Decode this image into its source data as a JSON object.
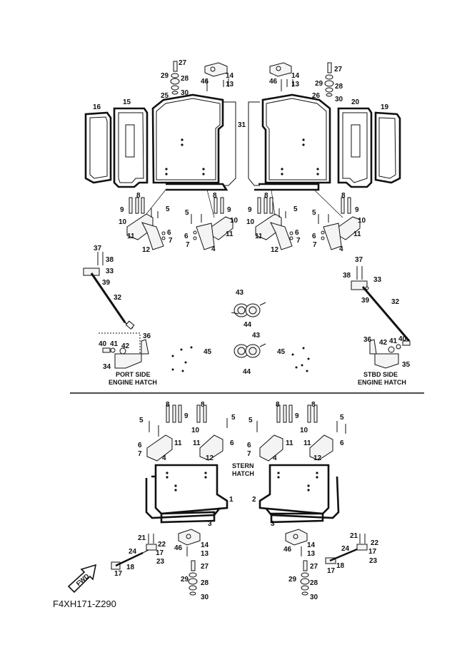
{
  "diagram_code": "F4XH171-Z290",
  "captions": {
    "port_side_line1": "PORT SIDE",
    "port_side_line2": "ENGINE HATCH",
    "stbd_side_line1": "STBD SIDE",
    "stbd_side_line2": "ENGINE HATCH",
    "stern_line1": "STERN",
    "stern_line2": "HATCH",
    "fwd": "FWD"
  },
  "labels": {
    "top": [
      "27",
      "29",
      "28",
      "30",
      "46",
      "14",
      "13",
      "25",
      "16",
      "15",
      "31",
      "26",
      "20",
      "19",
      "46",
      "14",
      "13",
      "27",
      "29",
      "28",
      "30"
    ],
    "hinges_top": [
      "8",
      "9",
      "9",
      "8",
      "5",
      "10",
      "11",
      "12",
      "6",
      "7",
      "5",
      "6",
      "7",
      "4",
      "10",
      "11",
      "8",
      "9",
      "9",
      "8",
      "5",
      "10",
      "11",
      "12",
      "6",
      "7",
      "5",
      "6",
      "7",
      "4",
      "10",
      "11"
    ],
    "struts": [
      "37",
      "38",
      "33",
      "39",
      "32",
      "40",
      "41",
      "42",
      "36",
      "34",
      "43",
      "44",
      "43",
      "44",
      "45",
      "45",
      "37",
      "38",
      "33",
      "39",
      "32",
      "36",
      "42",
      "41",
      "40",
      "35"
    ],
    "bottom": [
      "8",
      "9",
      "8",
      "5",
      "5",
      "10",
      "6",
      "7",
      "11",
      "4",
      "11",
      "6",
      "12",
      "8",
      "9",
      "8",
      "5",
      "5",
      "10",
      "6",
      "7",
      "11",
      "4",
      "11",
      "6",
      "12",
      "1",
      "2",
      "3",
      "3",
      "21",
      "22",
      "17",
      "24",
      "23",
      "18",
      "17",
      "46",
      "14",
      "13",
      "27",
      "29",
      "28",
      "30",
      "21",
      "22",
      "17",
      "24",
      "23",
      "18",
      "17",
      "46",
      "14",
      "13",
      "27",
      "29",
      "28",
      "30"
    ]
  }
}
